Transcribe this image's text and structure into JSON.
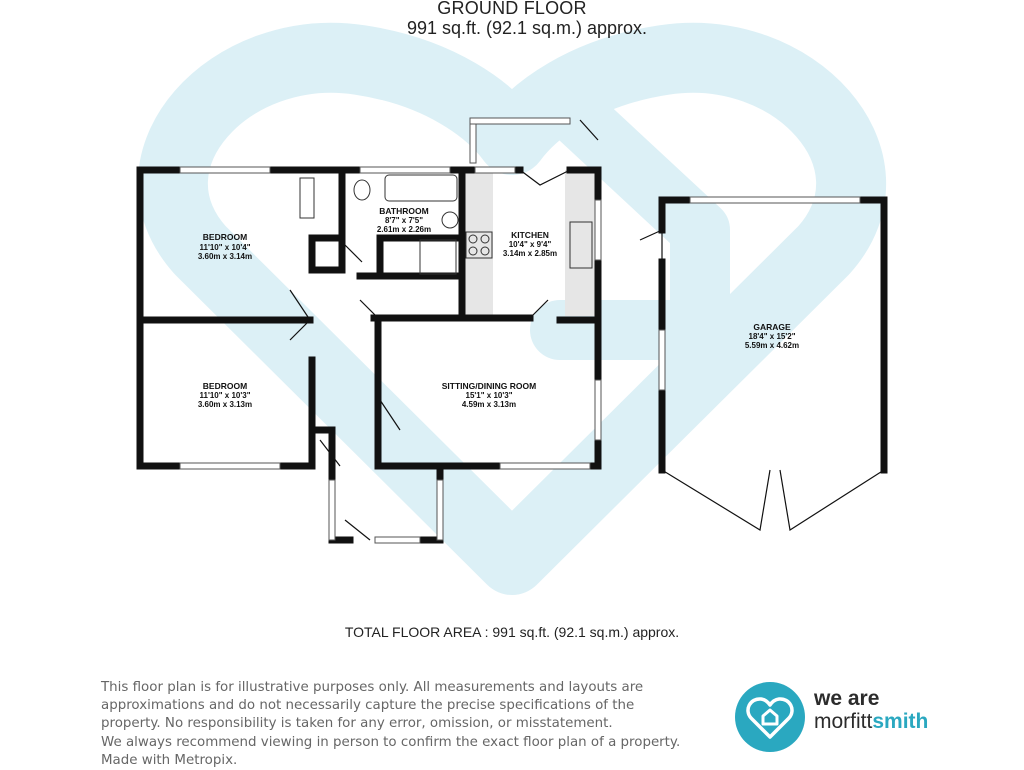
{
  "header": {
    "title": "GROUND FLOOR",
    "area": "991 sq.ft. (92.1 sq.m.) approx."
  },
  "rooms": {
    "bedroom1": {
      "name": "BEDROOM",
      "imperial": "11'10\" x 10'4\"",
      "metric": "3.60m x 3.14m"
    },
    "bathroom": {
      "name": "BATHROOM",
      "imperial": "8'7\" x 7'5\"",
      "metric": "2.61m x 2.26m"
    },
    "kitchen": {
      "name": "KITCHEN",
      "imperial": "10'4\" x 9'4\"",
      "metric": "3.14m x 2.85m"
    },
    "bedroom2": {
      "name": "BEDROOM",
      "imperial": "11'10\" x 10'3\"",
      "metric": "3.60m x 3.13m"
    },
    "sitting": {
      "name": "SITTING/DINING ROOM",
      "imperial": "15'1\" x 10'3\"",
      "metric": "4.59m x 3.13m"
    },
    "garage": {
      "name": "GARAGE",
      "imperial": "18'4\" x 15'2\"",
      "metric": "5.59m x 4.62m"
    }
  },
  "total_area": "TOTAL FLOOR AREA : 991 sq.ft. (92.1 sq.m.) approx.",
  "disclaimer": [
    "This floor plan is for illustrative purposes only. All measurements and layouts are",
    "approximations and do not necessarily capture the precise specifications of the",
    "property. No responsibility is taken for any error, omission, or misstatement.",
    "We always recommend viewing in person to confirm the exact floor plan of a property.",
    "Made with Metropix."
  ],
  "brand": {
    "line1": "we are",
    "name_part1": "morfitt",
    "name_part2": "smith",
    "logo_icon": "heart-house-icon",
    "watermark_icon": "heart-watermark-icon",
    "accent_color": "#2aa8c0",
    "watermark_color": "#d9eef5"
  }
}
